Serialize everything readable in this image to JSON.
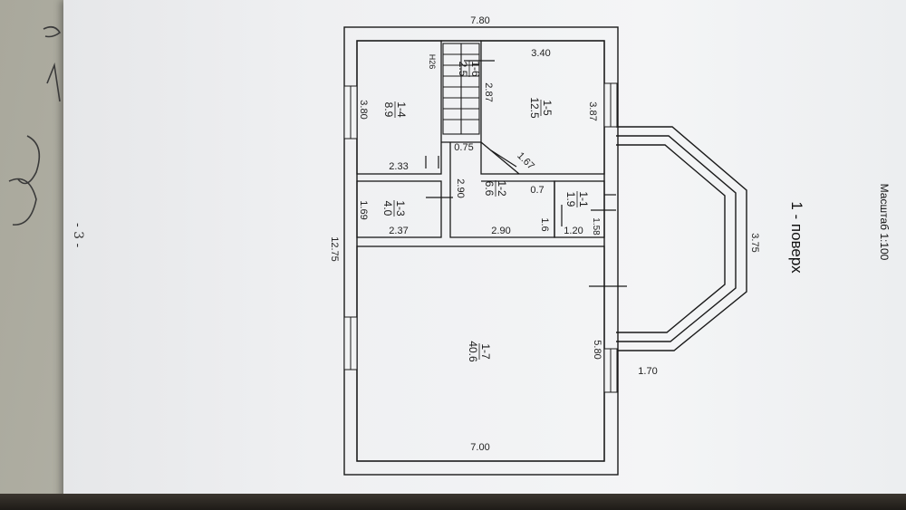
{
  "title": "1 - поверх",
  "scale": "Масштаб 1:100",
  "page_mark": "- 3 -",
  "rooms": [
    {
      "id": "1-4",
      "area": "8.9"
    },
    {
      "id": "1-5",
      "area": "12.5"
    },
    {
      "id": "1-6",
      "area": "2.5"
    },
    {
      "id": "1-2",
      "area": "6.6"
    },
    {
      "id": "1-1",
      "area": "1.9"
    },
    {
      "id": "1-3",
      "area": "4.0"
    },
    {
      "id": "1-7",
      "area": "40.6"
    }
  ],
  "dims": {
    "d1": "7.80",
    "d2": "3.40",
    "d3": "3.80",
    "d4": "2.33",
    "d5": "H26",
    "d6": "2.87",
    "d7": "3.87",
    "d8": "0.75",
    "d9": "1.67",
    "d10": "2.90",
    "d11": "0.7",
    "d12": "1.69",
    "d13": "2.37",
    "d14": "2.90",
    "d15": "1.6",
    "d16": "1.20",
    "d17": "1.58",
    "d18": "12.75",
    "d19": "3.75",
    "d20": "5.80",
    "d21": "1.70",
    "d22": "7.00"
  }
}
